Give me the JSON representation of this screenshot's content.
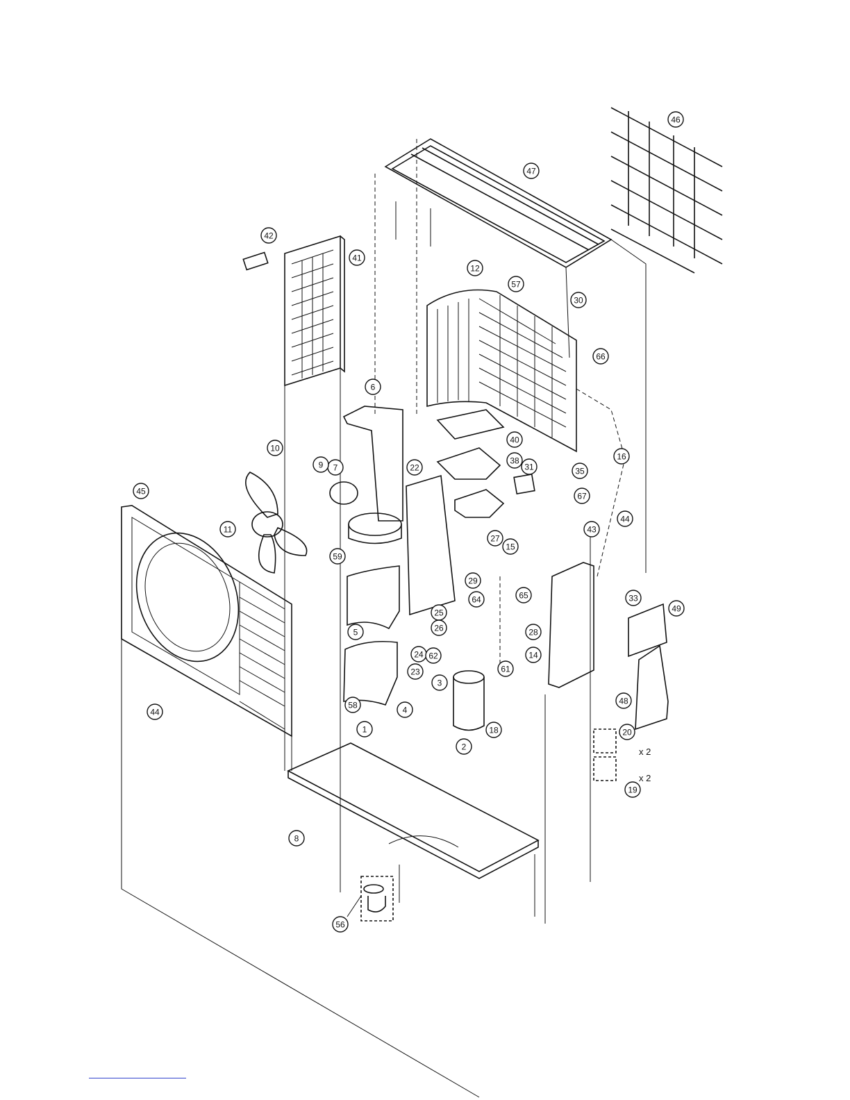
{
  "callouts": [
    {
      "label": "1"
    },
    {
      "label": "2"
    },
    {
      "label": "3"
    },
    {
      "label": "4"
    },
    {
      "label": "5"
    },
    {
      "label": "6"
    },
    {
      "label": "7"
    },
    {
      "label": "8"
    },
    {
      "label": "9"
    },
    {
      "label": "10"
    },
    {
      "label": "11"
    },
    {
      "label": "12"
    },
    {
      "label": "14"
    },
    {
      "label": "15"
    },
    {
      "label": "16"
    },
    {
      "label": "18"
    },
    {
      "label": "19"
    },
    {
      "label": "20"
    },
    {
      "label": "22"
    },
    {
      "label": "23"
    },
    {
      "label": "24"
    },
    {
      "label": "25"
    },
    {
      "label": "26"
    },
    {
      "label": "27"
    },
    {
      "label": "28"
    },
    {
      "label": "29"
    },
    {
      "label": "30"
    },
    {
      "label": "31"
    },
    {
      "label": "33"
    },
    {
      "label": "35"
    },
    {
      "label": "38"
    },
    {
      "label": "40"
    },
    {
      "label": "41"
    },
    {
      "label": "42"
    },
    {
      "label": "43"
    },
    {
      "label": "44"
    },
    {
      "label": "44"
    },
    {
      "label": "45"
    },
    {
      "label": "46"
    },
    {
      "label": "47"
    },
    {
      "label": "48"
    },
    {
      "label": "49"
    },
    {
      "label": "56"
    },
    {
      "label": "57"
    },
    {
      "label": "58"
    },
    {
      "label": "59"
    },
    {
      "label": "61"
    },
    {
      "label": "62"
    },
    {
      "label": "64"
    },
    {
      "label": "65"
    },
    {
      "label": "66"
    },
    {
      "label": "67"
    }
  ],
  "quantity_notes": [
    {
      "text": "x 2"
    },
    {
      "text": "x 2"
    }
  ]
}
